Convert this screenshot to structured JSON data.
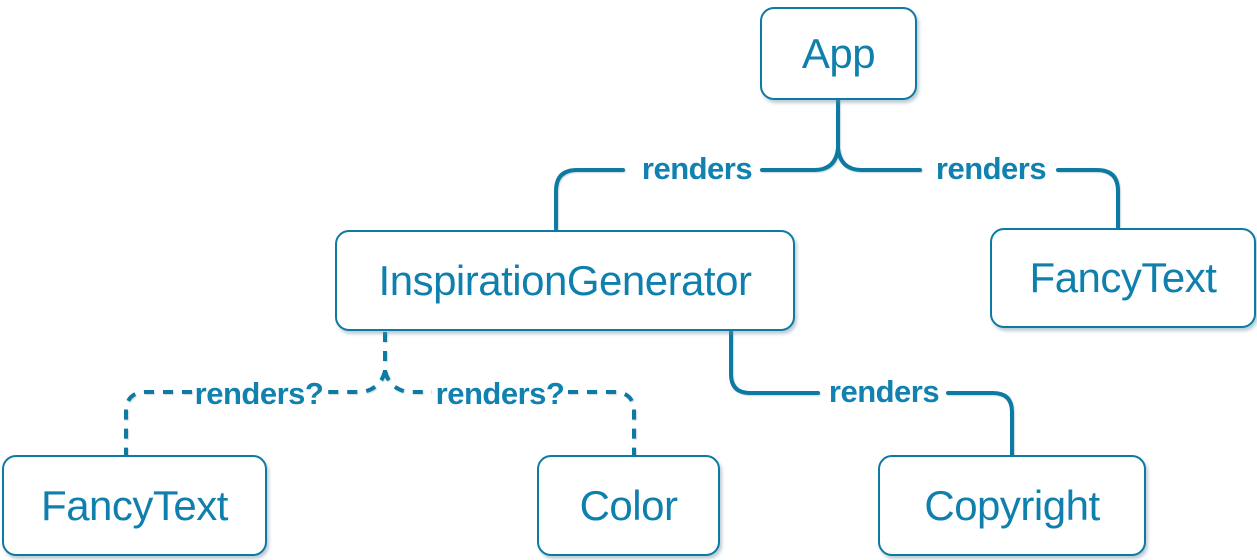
{
  "diagram": {
    "nodes": [
      {
        "id": "app",
        "label": "App"
      },
      {
        "id": "inspiration-generator",
        "label": "InspirationGenerator"
      },
      {
        "id": "fancy-text-top",
        "label": "FancyText"
      },
      {
        "id": "fancy-text-bottom",
        "label": "FancyText"
      },
      {
        "id": "color",
        "label": "Color"
      },
      {
        "id": "copyright",
        "label": "Copyright"
      }
    ],
    "edges": [
      {
        "from": "App",
        "to": "InspirationGenerator",
        "label": "renders",
        "style": "solid"
      },
      {
        "from": "App",
        "to": "FancyText",
        "label": "renders",
        "style": "solid"
      },
      {
        "from": "InspirationGenerator",
        "to": "FancyText",
        "label": "renders?",
        "style": "dashed"
      },
      {
        "from": "InspirationGenerator",
        "to": "Color",
        "label": "renders?",
        "style": "dashed"
      },
      {
        "from": "InspirationGenerator",
        "to": "Copyright",
        "label": "renders",
        "style": "solid"
      }
    ],
    "colors": {
      "stroke": "#0d7aa3",
      "node_text": "#0f80ad",
      "edge_label_text": "#1181b0",
      "node_fill": "#ffffff"
    }
  }
}
